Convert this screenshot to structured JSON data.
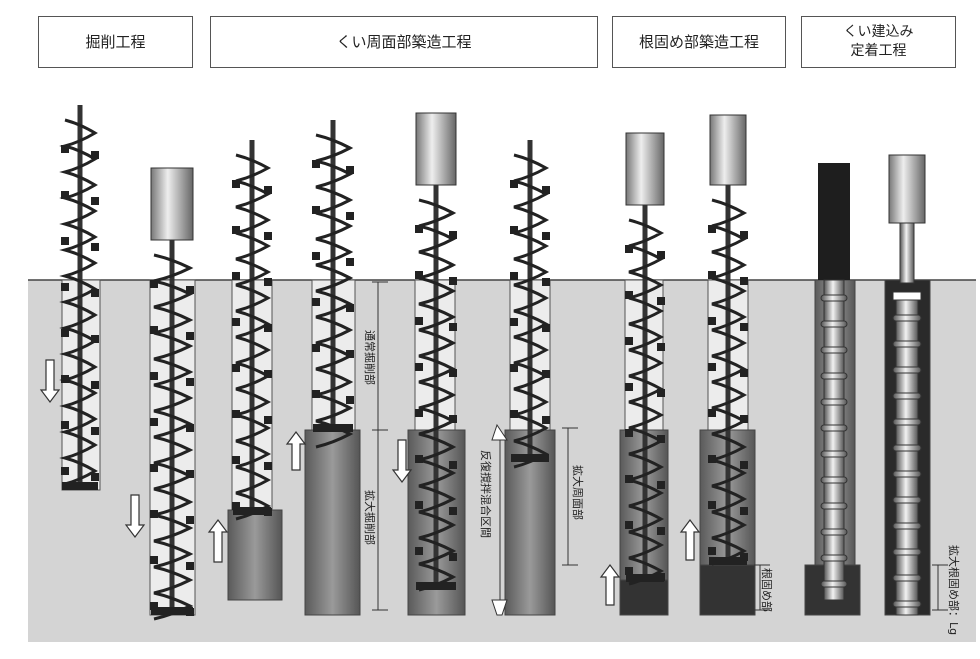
{
  "headers": [
    {
      "label": "掘削工程"
    },
    {
      "label": "くい周面部築造工程"
    },
    {
      "label": "根固め部築造工程"
    },
    {
      "label": "くい建込み\n定着工程"
    }
  ],
  "labels": {
    "normal_excavation": "通常掘削部",
    "enlarged_excavation": "拡大掘削部",
    "repeated_mixing": "反復撹拌混合区間",
    "enlarged_perimeter": "拡大周面部",
    "root_fixing": "根固め部",
    "enlarged_root_fixing": "拡大根固め部：Lg"
  },
  "colors": {
    "ground": "#d4d4d4",
    "soilcement": "#8c8c8c",
    "dark": "#2a2a2a"
  }
}
